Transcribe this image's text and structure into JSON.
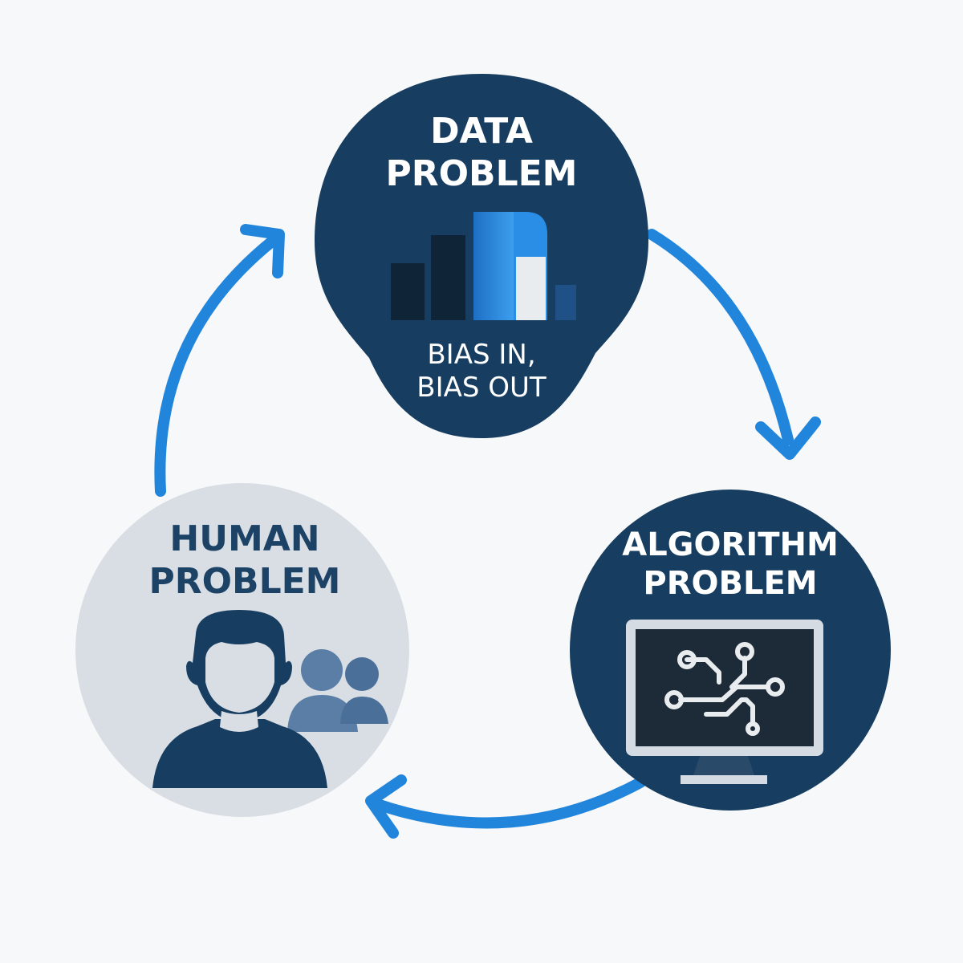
{
  "nodes": {
    "data": {
      "title_line1": "DATA",
      "title_line2": "PROBLEM",
      "subtitle_line1": "BIAS IN,",
      "subtitle_line2": "BIAS OUT",
      "icon": "bar-chart-icon",
      "fill": "#173d60"
    },
    "algorithm": {
      "title_line1": "ALGORITHM",
      "title_line2": "PROBLEM",
      "icon": "monitor-circuit-icon",
      "fill": "#173d60"
    },
    "human": {
      "title_line1": "HUMAN",
      "title_line2": "PROBLEM",
      "icon": "person-group-icon",
      "fill": "#d9dee5"
    }
  },
  "colors": {
    "arrow": "#2185dc",
    "dark_navy": "#173d60",
    "light_gray": "#d9dee5",
    "bar_accent": "#2a8ee6",
    "bar_white": "#e9ecef",
    "bar_dark": "#0f2437"
  },
  "flow": [
    "data",
    "algorithm",
    "human"
  ]
}
